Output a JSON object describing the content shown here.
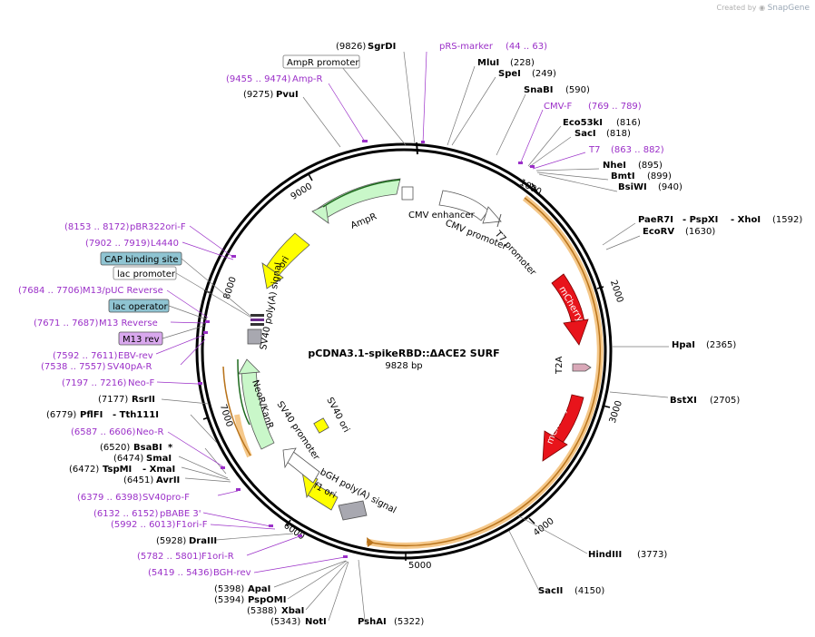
{
  "credit": {
    "prefix": "Created by",
    "brand": "SnapGene"
  },
  "plasmid": {
    "name": "pCDNA3.1-spikeRBD::ΔACE2 SURF",
    "length_label": "9828 bp"
  },
  "ticks": [
    "1000",
    "2000",
    "3000",
    "4000",
    "5000",
    "6000",
    "7000",
    "8000",
    "9000"
  ],
  "features": {
    "cmv_enhancer": "CMV enhancer",
    "cmv_promoter": "CMV promoter",
    "t7_promoter": "T7 promoter",
    "mcherry1": "mCherry",
    "t2a": "T2A",
    "mcherry2": "mCherry",
    "bgh_polya": "bGH poly(A) signal",
    "f1_ori": "f1 ori",
    "sv40_promoter": "SV40 promoter",
    "sv40_ori": "SV40 ori",
    "neor": "NeoR/KanR",
    "sv40_polya": "SV40 poly(A) signal",
    "ori": "ori",
    "ampr": "AmpR"
  },
  "labels": {
    "sgrdi_pos": "(9826)",
    "sgrdi": "SgrDI",
    "rs_marker": "pRS-marker",
    "rs_marker_pos": "(44 .. 63)",
    "ampr_promoter": "AmpR promoter",
    "amp_r_pos": "(9455 .. 9474)",
    "amp_r": "Amp-R",
    "pvui_pos": "(9275)",
    "pvui": "PvuI",
    "mlui": "MluI",
    "mlui_pos": "(228)",
    "spei": "SpeI",
    "spei_pos": "(249)",
    "snabi": "SnaBI",
    "snabi_pos": "(590)",
    "cmvf": "CMV-F",
    "cmvf_pos": "(769 .. 789)",
    "eco53ki": "Eco53kI",
    "eco53ki_pos": "(816)",
    "saci": "SacI",
    "saci_pos": "(818)",
    "t7": "T7",
    "t7_pos": "(863 .. 882)",
    "nhei": "NheI",
    "nhei_pos": "(895)",
    "bmti": "BmtI",
    "bmti_pos": "(899)",
    "bsiwi": "BsiWI",
    "bsiwi_pos": "(940)",
    "paer7i": "PaeR7I",
    "pspxi": "- PspXI",
    "xhoi": "- XhoI",
    "xhoi_pos": "(1592)",
    "ecorv": "EcoRV",
    "ecorv_pos": "(1630)",
    "hpai": "HpaI",
    "hpai_pos": "(2365)",
    "bstxi": "BstXI",
    "bstxi_pos": "(2705)",
    "hindiii": "HindIII",
    "hindiii_pos": "(3773)",
    "sacii": "SacII",
    "sacii_pos": "(4150)",
    "pshai": "PshAI",
    "pshai_pos": "(5322)",
    "noti_pos": "(5343)",
    "noti": "NotI",
    "xbai_pos": "(5388)",
    "xbai": "XbaI",
    "pspomi_pos": "(5394)",
    "pspomi": "PspOMI",
    "apai_pos": "(5398)",
    "apai": "ApaI",
    "bghrev_pos": "(5419 .. 5436)",
    "bghrev": "BGH-rev",
    "f1orir_pos": "(5782 .. 5801)",
    "f1orir": "F1ori-R",
    "draiii_pos": "(5928)",
    "draiii": "DraIII",
    "f1orif_pos": "(5992 .. 6013)",
    "f1orif": "F1ori-F",
    "pbabe_pos": "(6132 .. 6152)",
    "pbabe": "pBABE 3'",
    "sv40prof_pos": "(6379 .. 6398)",
    "sv40prof": "SV40pro-F",
    "avrii_pos": "(6451)",
    "avrii": "AvrII",
    "tspmi_pos": "(6472)",
    "tspmi": "TspMI",
    "xmai": "- XmaI",
    "smai_pos": "(6474)",
    "smai": "SmaI",
    "bsabi_pos": "(6520)",
    "bsabi": "BsaBI",
    "star": "*",
    "neor_pos": "(6587 .. 6606)",
    "neor_lbl": "Neo-R",
    "tth111i_pos": "(6779)",
    "pflfi": "PflFI",
    "tth111i": "- Tth111I",
    "rsrii_pos": "(7177)",
    "rsrii": "RsrII",
    "neof_pos": "(7197 .. 7216)",
    "neof": "Neo-F",
    "sv40par_pos": "(7538 .. 7557)",
    "sv40par": "SV40pA-R",
    "ebvrev_pos": "(7592 .. 7611)",
    "ebvrev": "EBV-rev",
    "m13rev_box": "M13 rev",
    "m13reverse_pos": "(7671 .. 7687)",
    "m13reverse": "M13 Reverse",
    "lac_operator": "lac operator",
    "m13puc_pos": "(7684 .. 7706)",
    "m13puc": "M13/pUC Reverse",
    "lac_promoter": "lac promoter",
    "cap_site": "CAP binding site",
    "l4440_pos": "(7902 .. 7919)",
    "l4440": "L4440",
    "pbr_pos": "(8153 .. 8172)",
    "pbr": "pBR322ori-F"
  },
  "colors": {
    "primer": "#9b30c8",
    "mcherry": "#e8141b",
    "ori": "#ffff00",
    "ampr": "#c9f7c9",
    "orf": "#f2a13a",
    "box_blue": "#8fc4d2",
    "box_purple": "#d9a8ee"
  }
}
